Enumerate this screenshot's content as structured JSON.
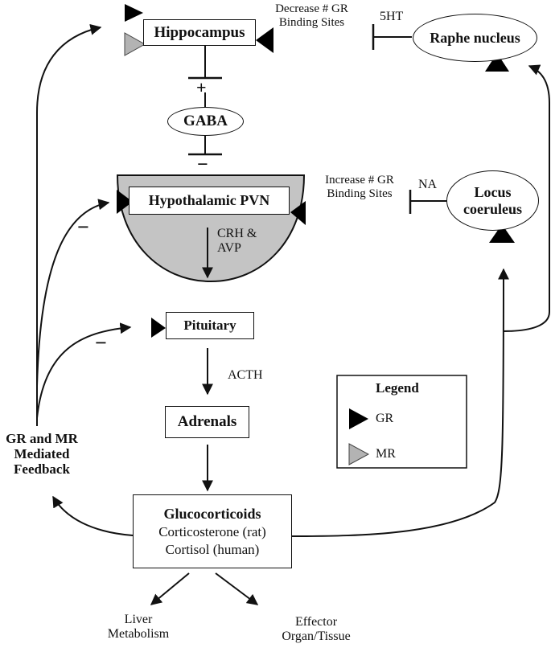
{
  "nodes": {
    "hippocampus": "Hippocampus",
    "gaba": "GABA",
    "pvn": "Hypothalamic PVN",
    "pituitary": "Pituitary",
    "adrenals": "Adrenals",
    "raphe": "Raphe nucleus",
    "locus": "Locus coeruleus",
    "gluco_title": "Glucocorticoids",
    "gluco_line1": "Corticosterone (rat)",
    "gluco_line2": "Cortisol (human)"
  },
  "labels": {
    "decrease": "Decrease # GR Binding Sites",
    "increase": "Increase # GR Binding Sites",
    "ht5": "5HT",
    "na": "NA",
    "crh": "CRH & AVP",
    "acth": "ACTH",
    "plus": "+",
    "minus_gaba": "−",
    "minus_pvn": "−",
    "minus_pit": "−",
    "feedback": "GR and MR Mediated Feedback",
    "liver": "Liver Metabolism",
    "effector": "Effector Organ/Tissue"
  },
  "legend": {
    "title": "Legend",
    "gr": "GR",
    "mr": "MR",
    "gr_color": "#000000",
    "mr_color": "#b3b3b3"
  },
  "colors": {
    "pvn_fill": "#c4c4c4",
    "line": "#111111"
  }
}
